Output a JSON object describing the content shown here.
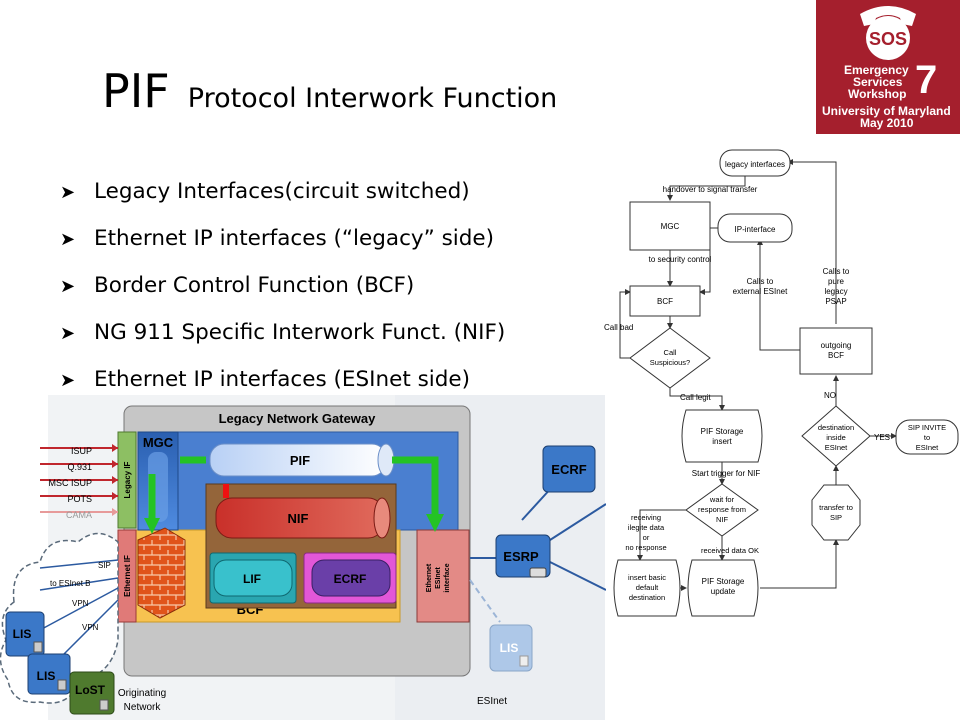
{
  "title": {
    "main": "PIF",
    "sub": "Protocol Interwork Function"
  },
  "bullets": [
    "Legacy Interfaces(circuit switched)",
    "Ethernet IP interfaces (“legacy” side)",
    "Border Control Function (BCF)",
    "NG 911 Specific Interwork Funct. (NIF)",
    "Ethernet IP interfaces (ESInet side)"
  ],
  "badge": {
    "logo": "SOS",
    "line1": "Emergency",
    "line2": "Services",
    "line3": "Workshop",
    "number": "7",
    "line4": "University of Maryland",
    "line5": "May 2010",
    "color": "#a51f2d"
  },
  "diagram": {
    "gateway_title": "Legacy Network Gateway",
    "mgc": "MGC",
    "legacy_if": "Legacy IF",
    "ethernet_if": "Ethernet IF",
    "pif": "PIF",
    "nif": "NIF",
    "lif": "LIF",
    "ecrf_inner": "ECRF",
    "bcf": "BCF",
    "esinet_interface": [
      "Ethernet",
      "ESInet",
      "interface"
    ],
    "ecrf": "ECRF",
    "esrp": "ESRP",
    "lis": "LIS",
    "lost": "LoST",
    "inputs": [
      "ISUP",
      "Q.931",
      "MSC ISUP",
      "POTS",
      "CAMA"
    ],
    "cloud_labels": [
      "SIP",
      "to ESInet B",
      "VPN",
      "VPN"
    ],
    "originating": [
      "Originating",
      "Network"
    ],
    "esinet": "ESInet"
  },
  "flowchart": {
    "legacy_interfaces": "legacy interfaces",
    "handover": "handover to signal transfer",
    "mgc": "MGC",
    "to_security": "to security control",
    "bcf": "BCF",
    "call_bad": "Call bad",
    "call_suspicious": [
      "Call",
      "Suspicious?"
    ],
    "call_legit": "Call legit",
    "ip_interface": "IP-interface",
    "calls_external": [
      "Calls to",
      "external ESInet"
    ],
    "calls_pure": [
      "Calls to",
      "pure",
      "legacy",
      "PSAP"
    ],
    "outgoing_bcf": [
      "outgoing",
      "BCF"
    ],
    "no": "NO",
    "destination": [
      "destination",
      "inside",
      "ESInet"
    ],
    "yes": "YES",
    "sip_invite": [
      "SIP INVITE",
      "to",
      "ESInet"
    ],
    "pif_storage_insert": [
      "PIF Storage",
      "insert"
    ],
    "start_trigger": "Start trigger for NIF",
    "wait_response": [
      "wait for",
      "response from",
      "NIF"
    ],
    "receiving": [
      "receiving",
      "ilegite data",
      "or",
      "no response"
    ],
    "received_ok": "received data OK",
    "transfer_sip": [
      "transfer to",
      "SIP"
    ],
    "insert_basic": [
      "insert basic",
      "default",
      "destination"
    ],
    "pif_storage_update": [
      "PIF Storage",
      "update"
    ]
  }
}
